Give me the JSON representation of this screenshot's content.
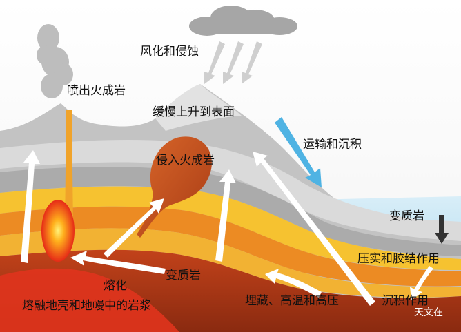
{
  "labels": {
    "weathering": "风化和侵蚀",
    "extrusive": "喷出火成岩",
    "uplift": "缓慢上升到表面",
    "transport": "运输和沉积",
    "intrusive": "侵入火成岩",
    "metamorphic_sea": "变质岩",
    "compaction": "压实和胶结作用",
    "metamorphic_center": "变质岩",
    "melting": "熔化",
    "magma": "熔融地壳和地幔中的岩浆",
    "burial": "埋藏、高温和高压",
    "sedimentation": "沉积作用"
  },
  "watermark": "天文在",
  "colors": {
    "sky": "#ffffff",
    "cloud": "#9a9a9a",
    "mountain": "#a9a9a9",
    "grey_layer": "#c9c9c9",
    "yellow_layer": "#f6c230",
    "orange_layer": "#ec8b23",
    "brown_layer": "#b2471b",
    "magma": "#e8331c",
    "sea": "#bfe1f2",
    "arrow": "#ffffff",
    "transport_arrow": "#4fb3e3"
  }
}
